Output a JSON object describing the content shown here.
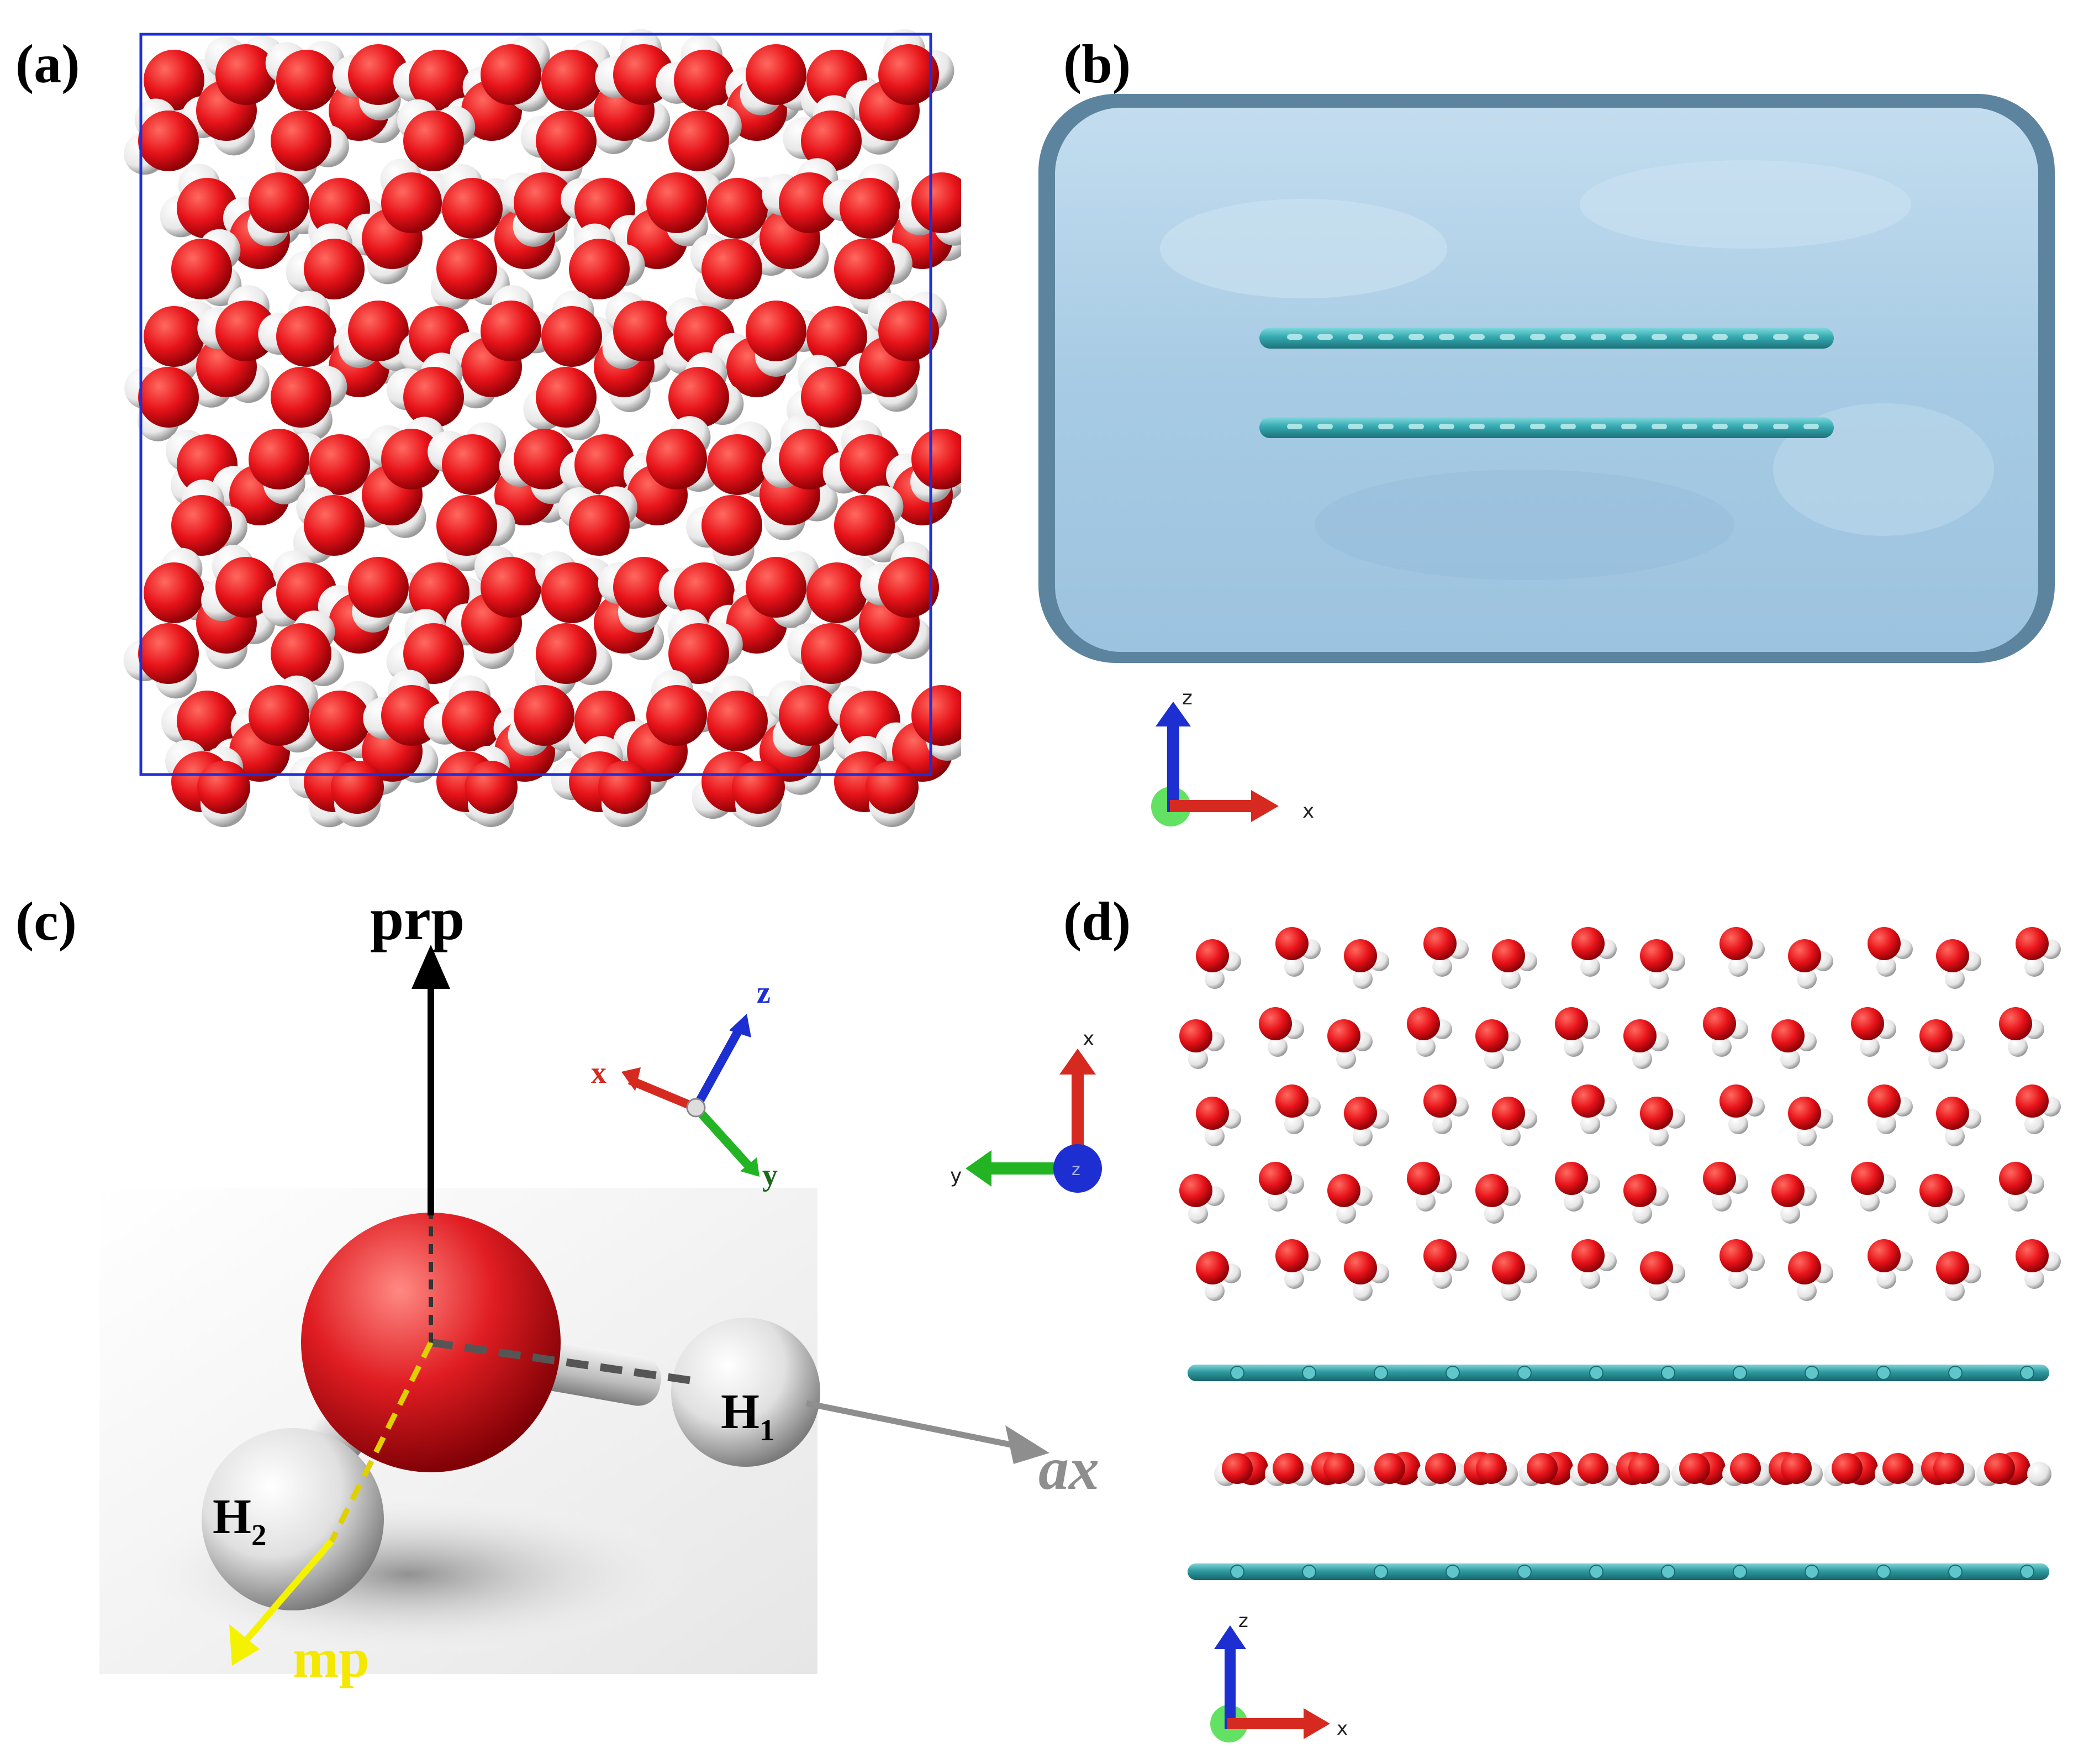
{
  "panels": {
    "a": {
      "label": "(a)"
    },
    "b": {
      "label": "(b)",
      "axes": {
        "z": "z",
        "x": "x"
      }
    },
    "c": {
      "label": "(c)",
      "vectors": {
        "prp": "prp",
        "ax": "ax",
        "mp": "mp"
      },
      "atoms": {
        "h1": "H",
        "h1_sub": "1",
        "h2": "H",
        "h2_sub": "2"
      },
      "axes": {
        "x": "x",
        "y": "y",
        "z": "z"
      }
    },
    "d": {
      "label": "(d)",
      "top_axes": {
        "x": "x",
        "y": "y",
        "z": "z"
      },
      "bottom_axes": {
        "z": "z",
        "x": "x"
      }
    }
  },
  "colors": {
    "oxygen": "#e8141a",
    "hydrogen": "#f4f4f4",
    "box": "#1f2fd6",
    "carbon": "#33a7ad",
    "water_volume": "#a9cde6",
    "x_axis": "#d62a20",
    "y_axis": "#22b422",
    "z_axis": "#1d2fd0",
    "mp_vector": "#f5f200"
  }
}
